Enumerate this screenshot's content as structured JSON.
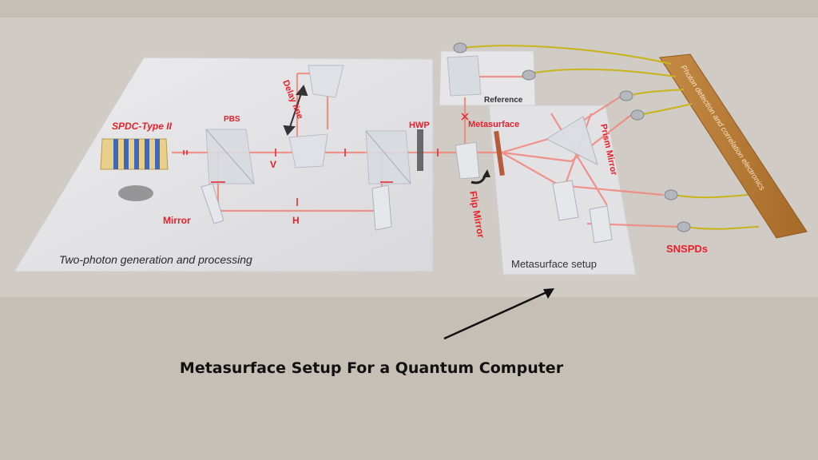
{
  "figure": {
    "panel_main_label": "Two-photon generation and processing",
    "panel_meta_label": "Metasurface setup",
    "panel_ref_label": "Reference",
    "electronics_label": "Photon detection and correlation electronics",
    "components": {
      "source": "SPDC-Type II",
      "pbs": "PBS",
      "delay_line": "Delay line",
      "hwp": "HWP",
      "metasurface": "Metasurface",
      "flip_mirror": "Flip Mirror",
      "prism_mirror": "Prism Mirror",
      "mirror": "Mirror",
      "snspds": "SNSPDs"
    },
    "markers": {
      "v": "V",
      "h": "H"
    }
  },
  "caption": "Metasurface Setup For a Quantum Computer",
  "colors": {
    "background": "#c6bfb6",
    "panel": "#e4e4e6",
    "beam": "#f08a80",
    "label_red": "#e8202c",
    "electronics_bar": "#b57a36",
    "fiber": "#c8b418"
  }
}
